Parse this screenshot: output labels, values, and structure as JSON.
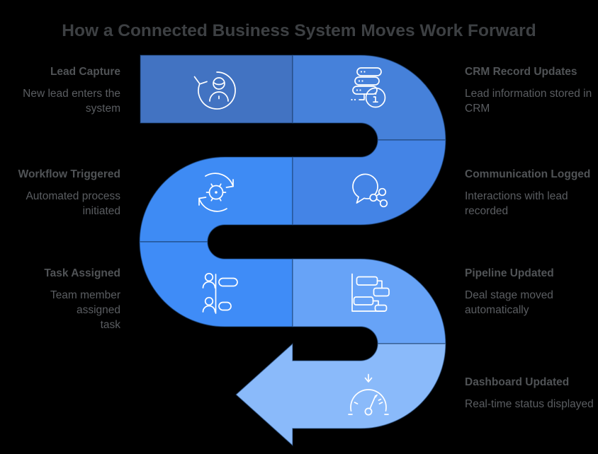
{
  "title": "How a Connected Business System Moves Work Forward",
  "colors": {
    "background": "#000000",
    "title_text": "#3d4043",
    "step_heading_text": "#505356",
    "step_body_text": "#5a5d61",
    "segment_outline": "#13335c",
    "icon_stroke": "#ffffff"
  },
  "steps": [
    {
      "id": 1,
      "side": "left",
      "label": "Lead Capture",
      "description": "New lead enters the\nsystem",
      "color": "#4273c2",
      "icon": "user-refresh-icon"
    },
    {
      "id": 2,
      "side": "right",
      "label": "CRM Record Updates",
      "description": "Lead information stored in\nCRM",
      "color": "#4681da",
      "icon": "crm-database-info-icon"
    },
    {
      "id": 3,
      "side": "left",
      "label": "Workflow Triggered",
      "description": "Automated process\ninitiated",
      "color": "#3e8bf4",
      "icon": "gear-sync-icon"
    },
    {
      "id": 4,
      "side": "right",
      "label": "Communication Logged",
      "description": "Interactions with lead\nrecorded",
      "color": "#4484e6",
      "icon": "chat-share-icon"
    },
    {
      "id": 5,
      "side": "left",
      "label": "Task Assigned",
      "description": "Team member assigned\ntask",
      "color": "#3f8cf7",
      "icon": "task-assignment-icon"
    },
    {
      "id": 6,
      "side": "right",
      "label": "Pipeline Updated",
      "description": "Deal stage moved\nautomatically",
      "color": "#67a3f7",
      "icon": "pipeline-chart-icon"
    },
    {
      "id": 7,
      "side": "right",
      "label": "Dashboard Updated",
      "description": "Real-time status displayed",
      "color": "#8abafa",
      "icon": "dashboard-gauge-icon"
    }
  ]
}
